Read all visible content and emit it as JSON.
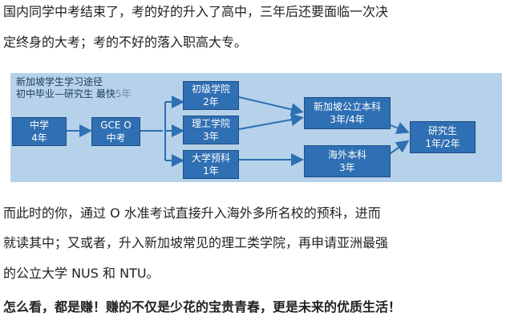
{
  "paragraphs": {
    "p1_line1": "国内同学中考结束了，考的好的升入了高中，三年后还要面临一次决",
    "p1_line2": "定终身的大考；考的不好的落入职高大专。",
    "p2_line1": "而此时的你，通过 O 水准考试直接升入海外多所名校的预科，进而",
    "p2_line2": "就读其中；又或者，升入新加坡常见的理工类学院，再申请亚洲最强",
    "p2_line3": "的公立大学 NUS 和 NTU。",
    "closing": "怎么看，都是赚！赚的不仅是少花的宝贵青春，更是未来的优质生活！"
  },
  "diagram": {
    "title": "新加坡学生学习途径",
    "subtitle_main": "初中毕业—研究生 最快",
    "subtitle_faded": "5年",
    "boxes": {
      "middle_school": {
        "name": "中学",
        "years": "4年"
      },
      "gce_o": {
        "name": "GCE O",
        "years": "中考"
      },
      "junior_college": {
        "name": "初级学院",
        "years": "2年"
      },
      "polytechnic": {
        "name": "理工学院",
        "years": "3年"
      },
      "foundation": {
        "name": "大学预科",
        "years": "1年"
      },
      "sg_public_bachelor": {
        "name": "新加坡公立本科",
        "years": "3年/4年"
      },
      "overseas_bachelor": {
        "name": "海外本科",
        "years": "3年"
      },
      "postgraduate": {
        "name": "研究生",
        "years": "1年/2年"
      }
    },
    "colors": {
      "background": "#b5d2ea",
      "box": "#2f6fb3",
      "arrow": "#2f6fb3"
    }
  }
}
